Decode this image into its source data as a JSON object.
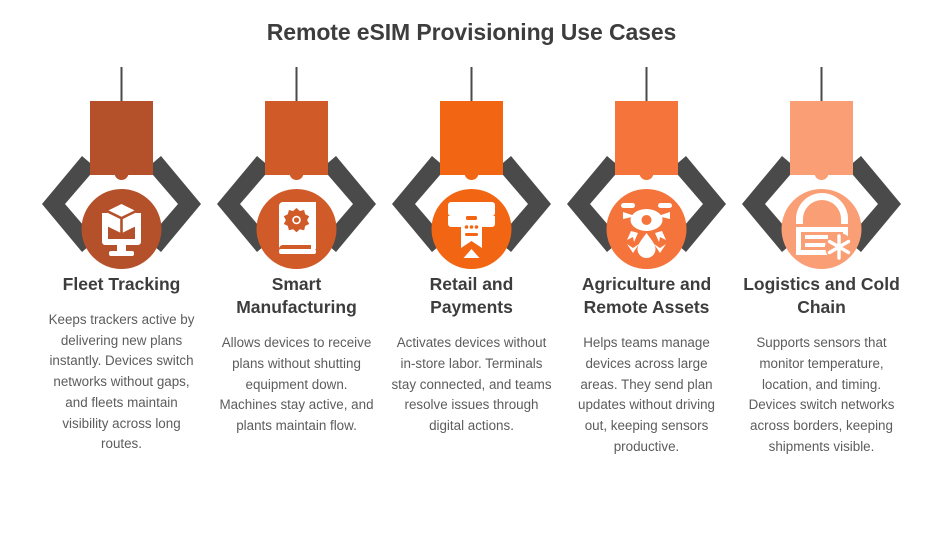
{
  "header": {
    "title": "Remote eSIM Provisioning Use Cases"
  },
  "theme": {
    "title_color": "#3d3d3d",
    "heading_color": "#3d3d3d",
    "body_color": "#5c5c5c",
    "arm_color": "#4a4a4a",
    "background": "#ffffff"
  },
  "columns": [
    {
      "heading": "Fleet Tracking",
      "body": "Keeps trackers active by delivering new plans instantly. Devices switch networks without gaps, and fleets maintain visibility across long routes.",
      "color": "#b5512a",
      "icon": "package-on-monitor-icon"
    },
    {
      "heading": "Smart Manufacturing",
      "body": "Allows devices to receive plans without shutting equipment down. Machines stay active, and plants maintain flow.",
      "color": "#d05a28",
      "icon": "gear-manual-book-icon"
    },
    {
      "heading": "Retail and Payments",
      "body": "Activates devices without in-store labor. Terminals stay connected, and teams resolve issues through digital actions.",
      "color": "#f26512",
      "icon": "receipt-printer-terminal-icon"
    },
    {
      "heading": "Agriculture and Remote Assets",
      "body": "Helps teams manage devices across large areas. They send plan updates without driving out, keeping sensors productive.",
      "color": "#f4743b",
      "icon": "crop-sprayer-drone-icon"
    },
    {
      "heading": "Logistics and Cold Chain",
      "body": "Supports sensors that monitor temperature, location, and timing. Devices switch networks across borders, keeping shipments visible.",
      "color": "#fa9e75",
      "icon": "cold-warehouse-snowflake-icon"
    }
  ]
}
